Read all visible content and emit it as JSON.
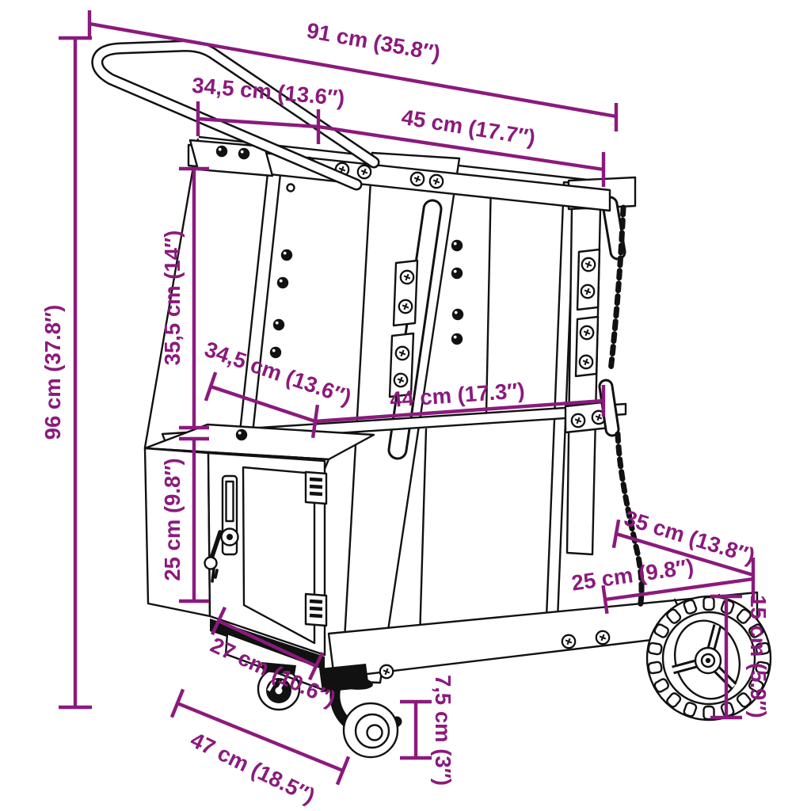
{
  "diagram": {
    "subject": "welding cart dimension drawing",
    "colors": {
      "dimension": "#8B1A7D",
      "line": "#111111",
      "background": "#FFFFFF"
    },
    "labels": {
      "total_width": "91 cm (35.8″)",
      "handle_depth": "34,5 cm (13.6″)",
      "top_shelf_width": "45 cm (17.7″)",
      "total_height": "96 cm (37.8″)",
      "upper_section_height": "35,5 cm (14″)",
      "mid_shelf_depth": "34,5 cm (13.6″)",
      "mid_shelf_width": "44 cm (17.3″)",
      "cabinet_height": "25 cm (9.8″)",
      "cabinet_door_width": "27 cm (10.6″)",
      "base_depth": "47 cm (18.5″)",
      "caster_height": "7,5 cm (3″)",
      "lower_shelf_width": "35 cm (13.8″)",
      "lower_shelf_depth": "25 cm (9.8″)",
      "wheel_diameter": "15 cm (5.9″)"
    }
  }
}
